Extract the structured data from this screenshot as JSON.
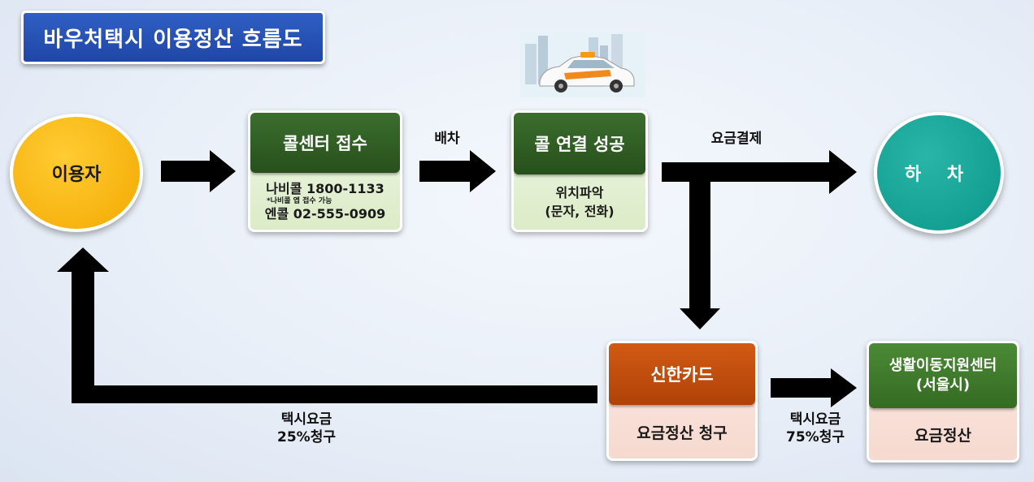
{
  "title": "바우처택시 이용정산 흐름도",
  "nodes": {
    "user": "이용자",
    "exit": "하 차",
    "call_center": {
      "header": "콜센터 접수",
      "line1": "나비콜 1800-1133",
      "note": "*나비콜 앱 접수 가능",
      "line2": "엔콜 02-555-0909"
    },
    "call_success": {
      "header": "콜 연결 성공",
      "line1": "위치파악",
      "line2": "(문자, 전화)"
    },
    "shinhan": {
      "header": "신한카드",
      "body": "요금정산 청구"
    },
    "center": {
      "header_line1": "생활이동지원센터",
      "header_line2": "(서울시)",
      "body": "요금정산"
    }
  },
  "edges": {
    "dispatch": "배차",
    "payment": "요금결제",
    "charge25_line1": "택시요금",
    "charge25_line2": "25%청구",
    "charge75_line1": "택시요금",
    "charge75_line2": "75%청구"
  },
  "colors": {
    "title_bg": "#2a55b8",
    "user": "#f5b000",
    "exit": "#12a394",
    "dark_green": "#2e5e22",
    "orange": "#c44f0e",
    "arrow": "#000000"
  },
  "icons": {
    "taxi": "taxi-illustration"
  }
}
